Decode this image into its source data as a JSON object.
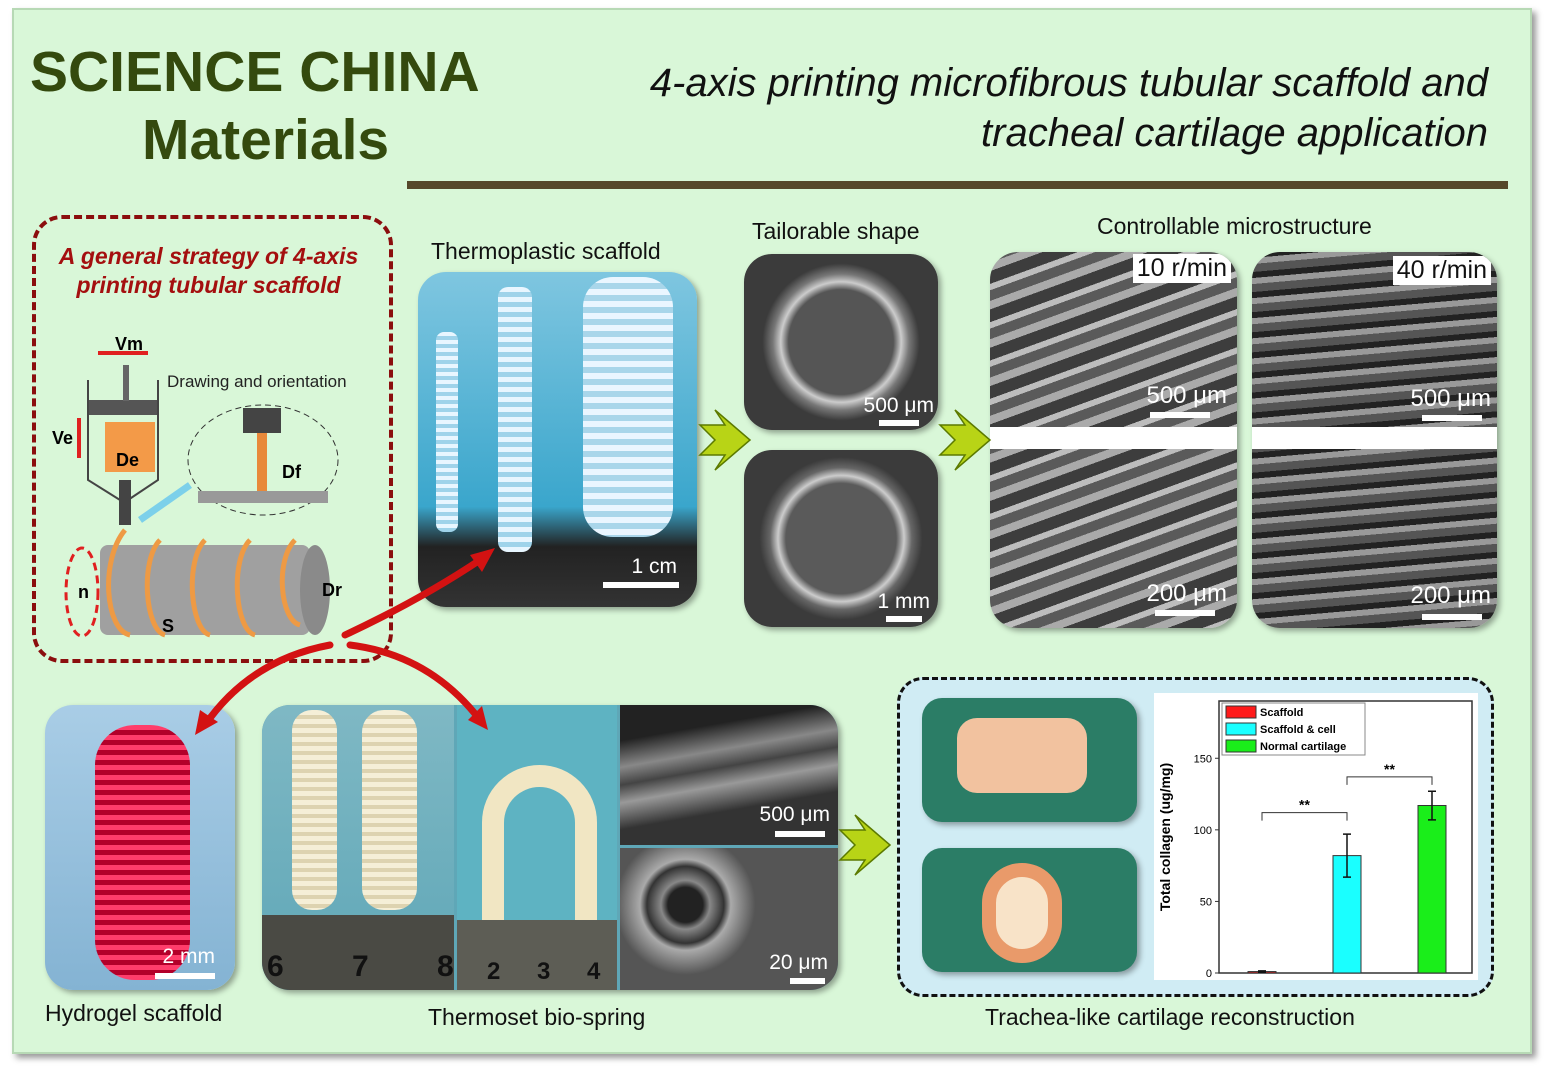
{
  "journal": {
    "line1": "SCIENCE CHINA",
    "line2": "Materials"
  },
  "title": {
    "line1": "4-axis printing microfibrous tubular scaffold and",
    "line2": "tracheal cartilage application"
  },
  "strategy": {
    "heading1": "A general strategy of 4-axis",
    "heading2": "printing tubular scaffold",
    "drawing_label": "Drawing and orientation",
    "symbols": {
      "vm": "Vm",
      "ve": "Ve",
      "de": "De",
      "df": "Df",
      "dr": "Dr",
      "n": "n",
      "s": "S"
    }
  },
  "thermoplastic": {
    "label": "Thermoplastic scaffold",
    "scale": "1 cm"
  },
  "tailorable": {
    "label": "Tailorable shape",
    "scale_top": "500 μm",
    "scale_bottom": "1 mm"
  },
  "microstructure": {
    "label": "Controllable microstructure",
    "speed1": "10 r/min",
    "speed2": "40 r/min",
    "scale_top1": "500 μm",
    "scale_top2": "500 μm",
    "scale_bottom1": "200 μm",
    "scale_bottom2": "200 μm"
  },
  "hydrogel": {
    "label": "Hydrogel scaffold",
    "scale": "2 mm"
  },
  "thermoset": {
    "label": "Thermoset bio-spring",
    "ruler1": [
      "6",
      "7",
      "8"
    ],
    "ruler2": [
      "2",
      "3",
      "4"
    ],
    "scale_top": "500 μm",
    "scale_bottom": "20 μm"
  },
  "trachea": {
    "label": "Trachea-like cartilage reconstruction"
  },
  "chart_data": {
    "type": "bar",
    "categories": [
      "Scaffold",
      "Scaffold & cell",
      "Normal cartilage"
    ],
    "values": [
      1,
      82,
      117
    ],
    "errors": [
      0.5,
      15,
      10
    ],
    "colors": [
      "#ff1a1a",
      "#1affff",
      "#1aee1a"
    ],
    "ylabel": "Total collagen (ug/mg)",
    "xlabel": "",
    "ylim": [
      0,
      190
    ],
    "yticks": [
      0,
      50,
      100,
      150
    ],
    "legend": "top-left",
    "significance": [
      {
        "from": 0,
        "to": 1,
        "label": "**"
      },
      {
        "from": 1,
        "to": 2,
        "label": "**"
      }
    ]
  }
}
